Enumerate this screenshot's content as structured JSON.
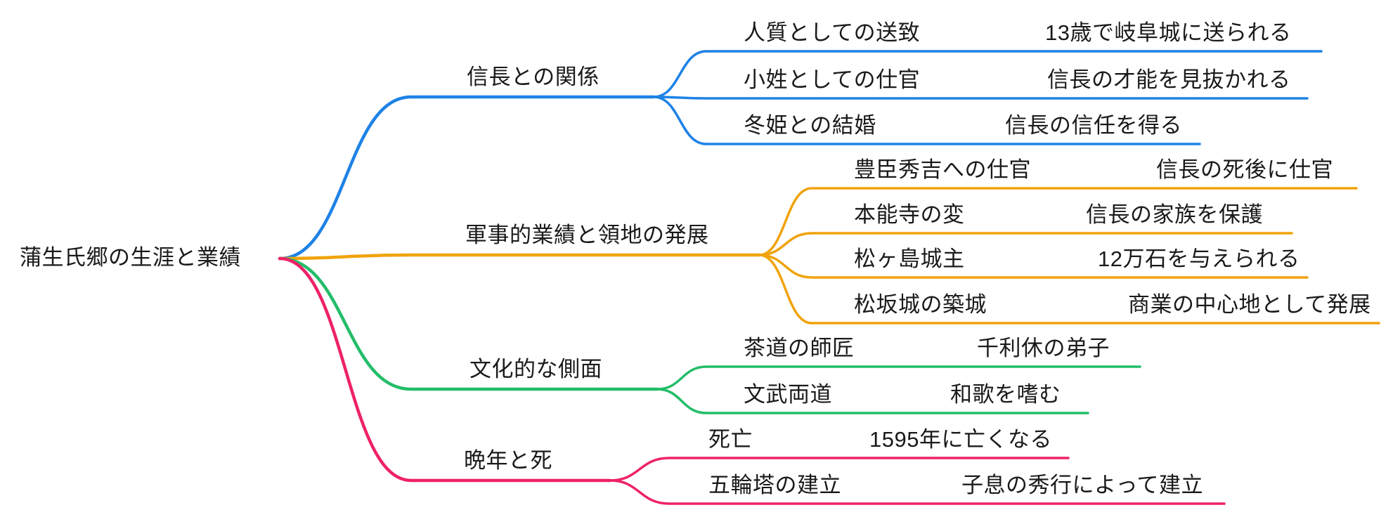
{
  "title": "蒲生氏郷の生涯と業績",
  "text_color": "#1a1a1a",
  "background_color": "#ffffff",
  "branches": [
    {
      "label": "信長との関係",
      "color": "#1E82E6",
      "children": [
        {
          "label": "人質としての送致",
          "detail": "13歳で岐阜城に送られる"
        },
        {
          "label": "小姓としての仕官",
          "detail": "信長の才能を見抜かれる"
        },
        {
          "label": "冬姫との結婚",
          "detail": "信長の信任を得る"
        }
      ]
    },
    {
      "label": "軍事的業績と領地の発展",
      "color": "#F0A30B",
      "children": [
        {
          "label": "豊臣秀吉への仕官",
          "detail": "信長の死後に仕官"
        },
        {
          "label": "本能寺の変",
          "detail": "信長の家族を保護"
        },
        {
          "label": "松ヶ島城主",
          "detail": "12万石を与えられる"
        },
        {
          "label": "松坂城の築城",
          "detail": "商業の中心地として発展"
        }
      ]
    },
    {
      "label": "文化的な側面",
      "color": "#23BD68",
      "children": [
        {
          "label": "茶道の師匠",
          "detail": "千利休の弟子"
        },
        {
          "label": "文武両道",
          "detail": "和歌を嗜む"
        }
      ]
    },
    {
      "label": "晩年と死",
      "color": "#EE2268",
      "children": [
        {
          "label": "死亡",
          "detail": "1595年に亡くなる"
        },
        {
          "label": "五輪塔の建立",
          "detail": "子息の秀行によって建立"
        }
      ]
    }
  ]
}
